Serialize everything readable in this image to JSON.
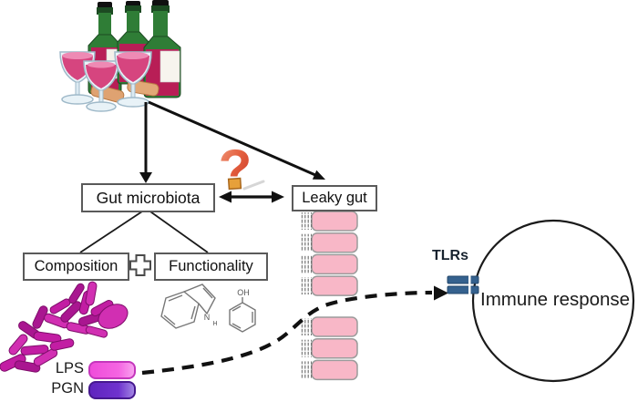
{
  "figure": {
    "boxes": {
      "gut_microbiota": "Gut microbiota",
      "leaky_gut": "Leaky gut",
      "composition": "Composition",
      "functionality": "Functionality"
    },
    "question_mark": "?",
    "legend": {
      "lps": "LPS",
      "pgn": "PGN"
    },
    "chemistry": {
      "hydroxyl": "OH",
      "nitrogen": "N",
      "hydrogen": "H"
    },
    "receptor_label": "TLRs",
    "immune_label": "Immune response",
    "art": {
      "wine": "wine-bottles-and-glasses",
      "bacteria": "gut-bacteria-cluster",
      "epithelium": "intestinal-epithelial-cells",
      "receptor": "tlr-receptor-bars",
      "plus": "plus-sign",
      "question": "question-mark"
    },
    "colors": {
      "wine_red": "#B81E56",
      "bottle_green": "#2F7D36",
      "glass_wine_pink": "#D6457F",
      "cork_tan": "#DFA271",
      "bacteria_magenta": "#C21DA3",
      "lps_pink": "#F263E3",
      "pgn_purple": "#6B2FC7",
      "epithelium_pink": "#F8B7C7",
      "tlr_blue": "#35618E",
      "question_red": "#D8432E",
      "arrow_black": "#111111",
      "box_border_gray": "#5A5A5A"
    }
  }
}
